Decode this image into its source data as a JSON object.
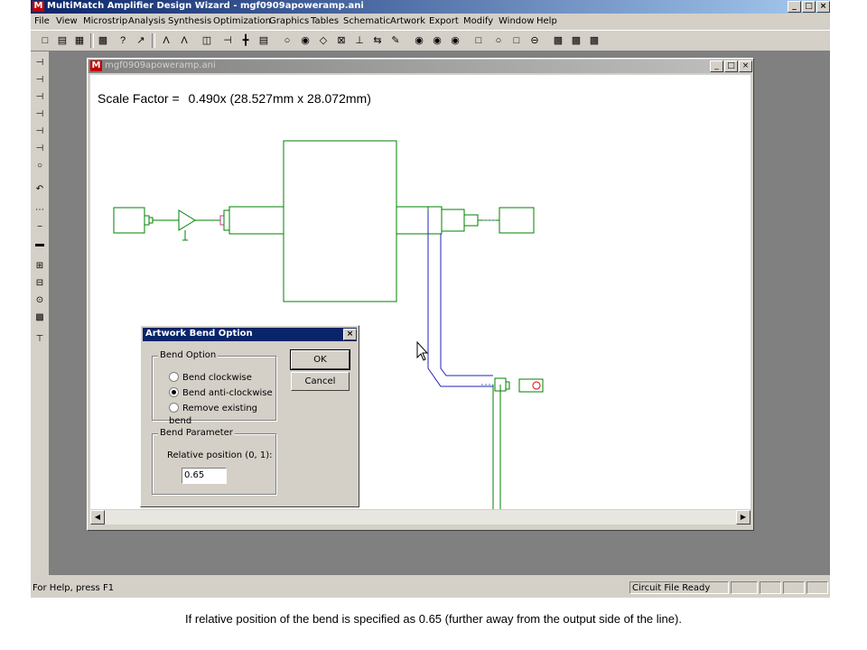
{
  "app": {
    "title": "MultiMatch Amplifier Design Wizard - mgf0909apoweramp.ani",
    "logo": "M",
    "window_buttons": [
      "_",
      "□",
      "×"
    ]
  },
  "menu": [
    "File",
    "View",
    "Microstrip",
    "Analysis",
    "Synthesis",
    "Optimization",
    "Graphics",
    "Tables",
    "Schematic",
    "Artwork",
    "Export",
    "Modify",
    "Window",
    "Help"
  ],
  "child_window": {
    "title": "mgf0909apoweramp.ani",
    "buttons": [
      "_",
      "□",
      "×"
    ]
  },
  "canvas": {
    "scale_label": "Scale Factor =",
    "scale_value": "0.490x (28.527mm x 28.072mm)"
  },
  "dialog": {
    "title": "Artwork Bend Option",
    "close": "×",
    "bend_option_label": "Bend Option",
    "options": [
      {
        "label": "Bend clockwise",
        "selected": false
      },
      {
        "label": "Bend anti-clockwise",
        "selected": true
      },
      {
        "label": "Remove existing bend",
        "selected": false
      }
    ],
    "bend_parameter_label": "Bend Parameter",
    "relative_position_label": "Relative position (0, 1):",
    "relative_position_value": "0.65",
    "ok_label": "OK",
    "cancel_label": "Cancel"
  },
  "status": {
    "help_text": "For Help, press F1",
    "file_status": "Circuit File Ready"
  },
  "caption": "If relative position of the bend is specified as 0.65 (further away from the output side of the line).",
  "colors": {
    "titlebar_active": "#0a246a",
    "component_stroke": "#008000",
    "bend_line": "#2020c0",
    "port_red": "#e03030"
  }
}
